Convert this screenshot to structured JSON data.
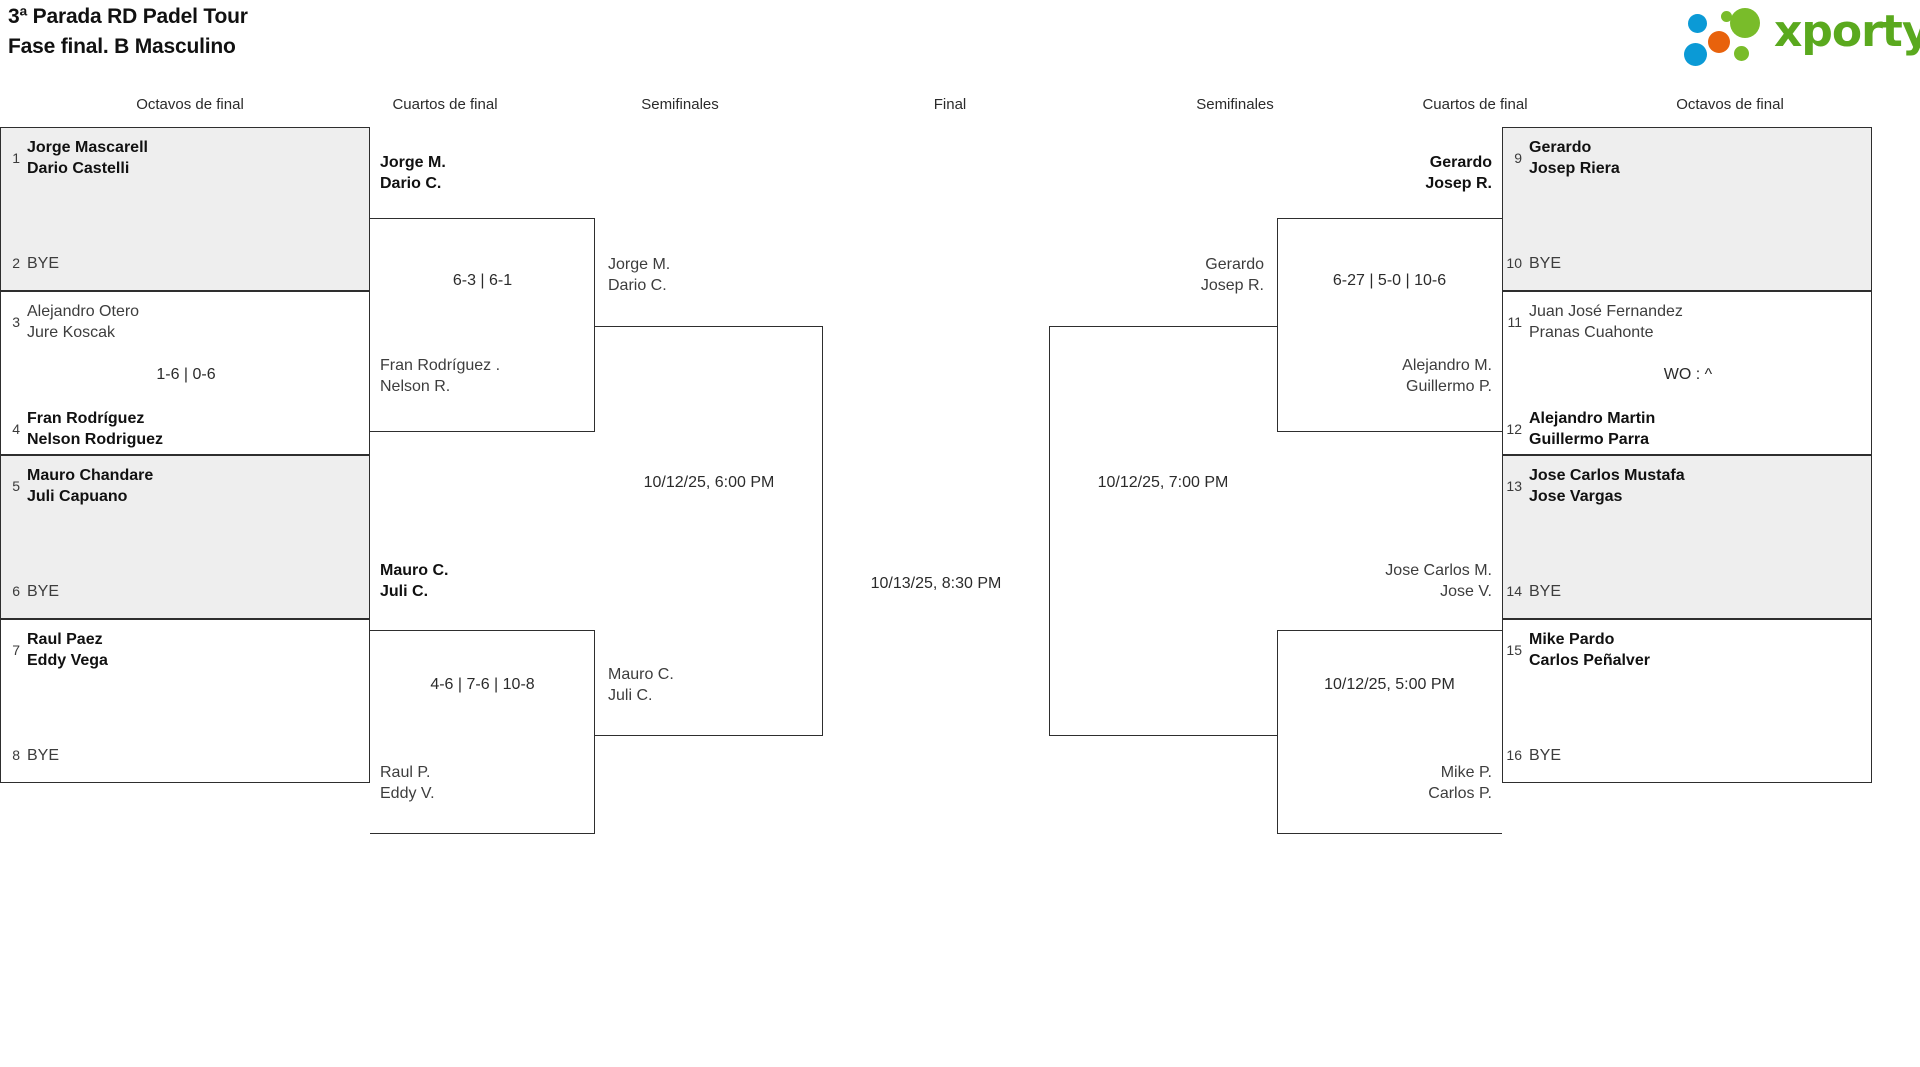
{
  "header": {
    "title_line1": "3ª Parada RD Padel Tour",
    "title_line2": "Fase final. B Masculino",
    "logo_text": "xporty",
    "logo_colors": {
      "blue": "#0b9ad6",
      "orange": "#e8620c",
      "green": "#79bc2a",
      "text_green": "#5aa91e"
    }
  },
  "round_labels": {
    "left_octavos": "Octavos de final",
    "left_cuartos": "Cuartos de final",
    "left_semis": "Semifinales",
    "final": "Final",
    "right_semis": "Semifinales",
    "right_cuartos": "Cuartos de final",
    "right_octavos": "Octavos de final"
  },
  "left_octavos": [
    {
      "seed": "1",
      "names": [
        "Jorge Mascarell",
        "Dario Castelli"
      ],
      "result": "win",
      "bye": false
    },
    {
      "seed": "2",
      "names": [
        "BYE"
      ],
      "result": "bye",
      "bye": true
    },
    {
      "seed": "3",
      "names": [
        "Alejandro Otero",
        "Jure Koscak"
      ],
      "result": "lose",
      "bye": false
    },
    {
      "seed": "4",
      "names": [
        "Fran Rodríguez",
        "Nelson Rodriguez"
      ],
      "result": "win",
      "bye": false
    },
    {
      "seed": "5",
      "names": [
        "Mauro Chandare",
        "Juli Capuano"
      ],
      "result": "win",
      "bye": false
    },
    {
      "seed": "6",
      "names": [
        "BYE"
      ],
      "result": "bye",
      "bye": true
    },
    {
      "seed": "7",
      "names": [
        "Raul Paez",
        "Eddy Vega"
      ],
      "result": "win",
      "bye": false
    },
    {
      "seed": "8",
      "names": [
        "BYE"
      ],
      "result": "bye",
      "bye": true
    }
  ],
  "right_octavos": [
    {
      "seed": "9",
      "names": [
        "Gerardo",
        "Josep Riera"
      ],
      "result": "win",
      "bye": false
    },
    {
      "seed": "10",
      "names": [
        "BYE"
      ],
      "result": "bye",
      "bye": true
    },
    {
      "seed": "11",
      "names": [
        "Juan José Fernandez",
        "Pranas Cuahonte"
      ],
      "result": "lose",
      "bye": false
    },
    {
      "seed": "12",
      "names": [
        "Alejandro Martin",
        "Guillermo Parra"
      ],
      "result": "win",
      "bye": false
    },
    {
      "seed": "13",
      "names": [
        "Jose Carlos Mustafa",
        "Jose Vargas"
      ],
      "result": "win",
      "bye": false
    },
    {
      "seed": "14",
      "names": [
        "BYE"
      ],
      "result": "bye",
      "bye": true
    },
    {
      "seed": "15",
      "names": [
        "Mike Pardo",
        "Carlos Peñalver"
      ],
      "result": "win",
      "bye": false
    },
    {
      "seed": "16",
      "names": [
        "BYE"
      ],
      "result": "bye",
      "bye": true
    }
  ],
  "left_octavos_scores": [
    {
      "text": "1-6 | 0-6"
    }
  ],
  "right_octavos_scores": [
    {
      "text": "WO : ^"
    }
  ],
  "left_cuartos": {
    "match_top": {
      "p1": {
        "names": [
          "Jorge M.",
          "Dario C."
        ],
        "result": "win"
      },
      "p2": {
        "names": [
          "Fran Rodríguez .",
          "Nelson R."
        ],
        "result": "lose"
      },
      "score": "6-3 | 6-1"
    },
    "match_bottom": {
      "p1": {
        "names": [
          "Mauro C.",
          "Juli C."
        ],
        "result": "win"
      },
      "p2": {
        "names": [
          "Raul P.",
          "Eddy V."
        ],
        "result": "lose"
      },
      "score": "4-6 | 7-6 | 10-8"
    }
  },
  "right_cuartos": {
    "match_top": {
      "p1": {
        "names": [
          "Gerardo",
          "Josep R."
        ],
        "result": "win"
      },
      "p2": {
        "names": [
          "Alejandro M.",
          "Guillermo P."
        ],
        "result": "lose"
      },
      "score": "6-27 | 5-0 | 10-6"
    },
    "match_bottom": {
      "p1": {
        "names": [
          "Jose Carlos M.",
          "Jose V."
        ],
        "result": "lose"
      },
      "p2": {
        "names": [
          "Mike P.",
          "Carlos P."
        ],
        "result": "lose"
      },
      "score": "10/12/25, 5:00 PM"
    }
  },
  "left_semis": {
    "p1": {
      "names": [
        "Jorge M.",
        "Dario C."
      ],
      "result": "lose"
    },
    "p2": {
      "names": [
        "Mauro C.",
        "Juli C."
      ],
      "result": "lose"
    },
    "score": "10/12/25, 6:00 PM"
  },
  "right_semis": {
    "p1": {
      "names": [
        "Gerardo",
        "Josep R."
      ],
      "result": "lose"
    },
    "p2": {
      "names": [],
      "result": "lose"
    },
    "score": "10/12/25, 7:00 PM"
  },
  "final": {
    "score": "10/13/25, 8:30 PM"
  }
}
